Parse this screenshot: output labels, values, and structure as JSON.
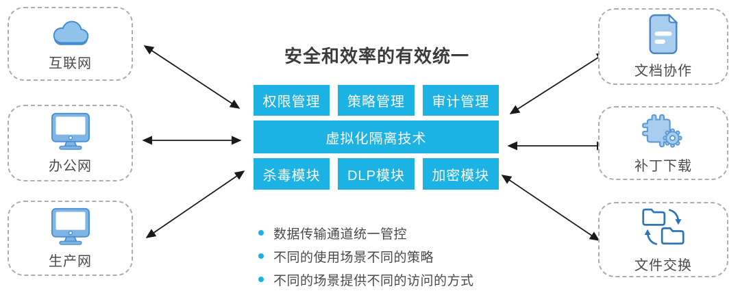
{
  "title": "安全和效率的有效统一",
  "colors": {
    "accent": "#1CB2E4",
    "title_text": "#3c3c3c",
    "label_text": "#4a4a4a",
    "arrow": "#1a1a1a",
    "dashed_border": "#ACACAC",
    "icon_stroke": "#3E88CE",
    "icon_fill": "#A9CDEE",
    "icon_fill_light": "#8FC3EC",
    "icon_dark": "#4C92D4"
  },
  "left_nodes": [
    {
      "label": "互联网",
      "icon": "cloud-icon"
    },
    {
      "label": "办公网",
      "icon": "monitor-icon"
    },
    {
      "label": "生产网",
      "icon": "monitor-icon"
    }
  ],
  "right_nodes": [
    {
      "label": "文档协作",
      "icon": "document-icon"
    },
    {
      "label": "补丁下载",
      "icon": "patch-gear-icon"
    },
    {
      "label": "文件交换",
      "icon": "folder-swap-icon"
    }
  ],
  "core": {
    "top_row": [
      "权限管理",
      "策略管理",
      "审计管理"
    ],
    "middle": "虚拟化隔离技术",
    "bottom_row": [
      "杀毒模块",
      "DLP模块",
      "加密模块"
    ]
  },
  "bullets": [
    "数据传输通道统一管控",
    "不同的使用场景不同的策略",
    "不同的场景提供不同的访问的方式"
  ]
}
